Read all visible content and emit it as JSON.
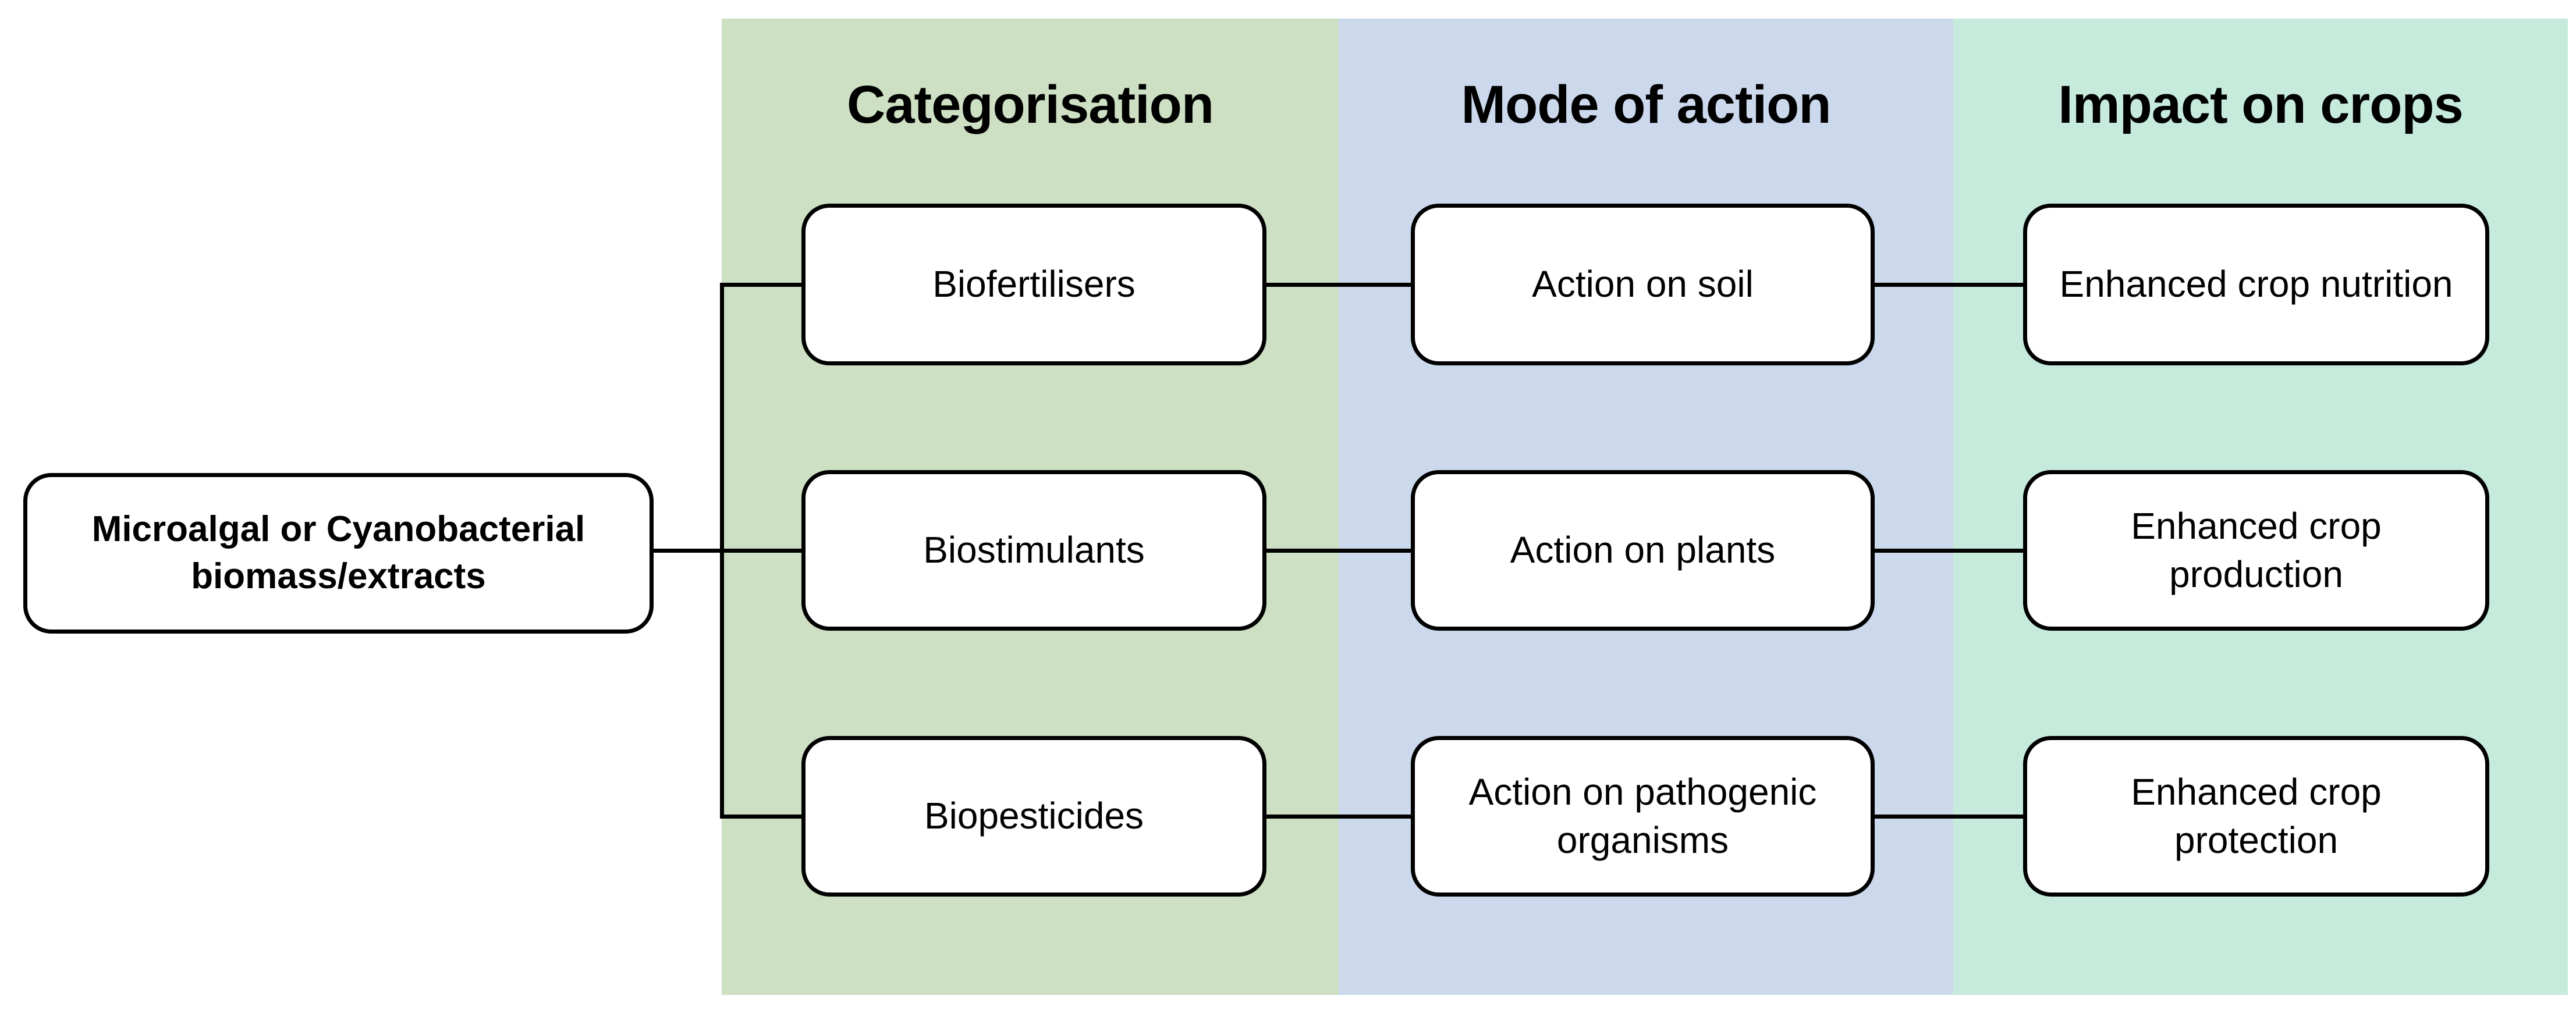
{
  "diagram": {
    "root_label": "Microalgal or Cyanobacterial biomass/extracts",
    "columns": [
      {
        "header": "Categorisation",
        "bg_color": "#cde0c3",
        "boxes": [
          "Biofertilisers",
          "Biostimulants",
          "Biopesticides"
        ]
      },
      {
        "header": "Mode of action",
        "bg_color": "#ccd9ed",
        "boxes": [
          "Action on soil",
          "Action on plants",
          "Action on pathogenic organisms"
        ]
      },
      {
        "header": "Impact on crops",
        "bg_color": "#c6ebdc",
        "boxes": [
          "Enhanced crop nutrition",
          "Enhanced crop production",
          "Enhanced crop protection"
        ]
      }
    ],
    "node_fill": "#ffffff",
    "node_border_color": "#000000",
    "connector_color": "#000000",
    "canvas_bg": "#ffffff"
  }
}
